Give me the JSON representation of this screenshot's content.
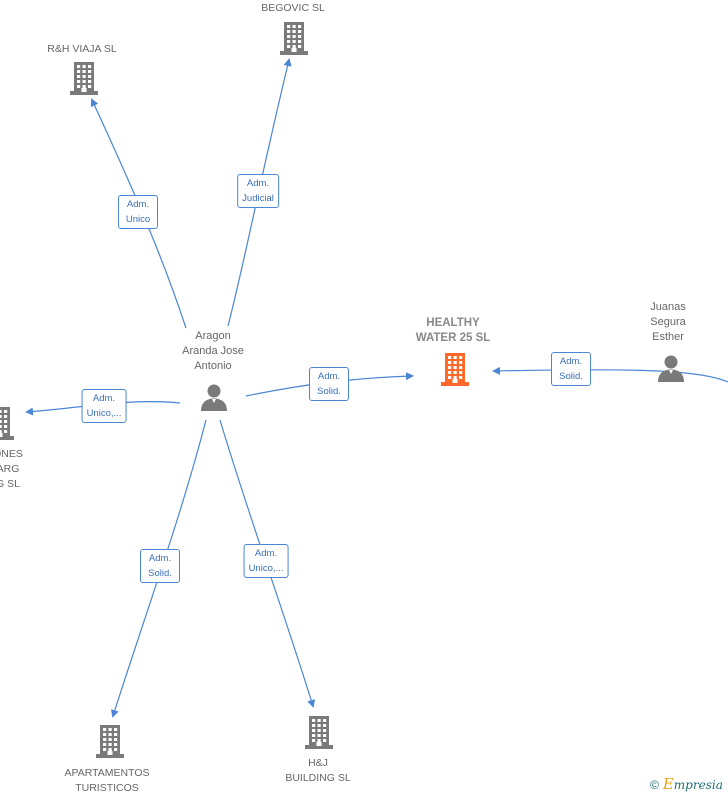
{
  "diagram": {
    "focus_node": {
      "id": "healthy",
      "label": "HEALTHY\nWATER 25  SL",
      "icon": "building-icon",
      "color": "#ff6a2b"
    },
    "nodes": [
      {
        "id": "begovic",
        "label": "BEGOVIC SL",
        "type": "company",
        "icon": "building-icon"
      },
      {
        "id": "rh",
        "label": "R&H VIAJA  SL",
        "type": "company",
        "icon": "building-icon"
      },
      {
        "id": "aragon",
        "label": "Aragon\nAranda Jose\nAntonio",
        "type": "person",
        "icon": "person-icon"
      },
      {
        "id": "juanas",
        "label": "Juanas\nSegura\nEsther",
        "type": "person",
        "icon": "person-icon"
      },
      {
        "id": "left",
        "label": "ONES\nARG\nG  SL",
        "type": "company",
        "icon": "building-icon"
      },
      {
        "id": "apart",
        "label": "APARTAMENTOS\nTURISTICOS",
        "type": "company",
        "icon": "building-icon"
      },
      {
        "id": "hj",
        "label": "H&J\nBUILDING  SL",
        "type": "company",
        "icon": "building-icon"
      }
    ],
    "edges": [
      {
        "from": "aragon",
        "to": "rh",
        "label": "Adm.\nUnico"
      },
      {
        "from": "aragon",
        "to": "begovic",
        "label": "Adm.\nJudicial"
      },
      {
        "from": "aragon",
        "to": "healthy",
        "label": "Adm.\nSolid."
      },
      {
        "from": "aragon",
        "to": "left",
        "label": "Adm.\nUnico,..."
      },
      {
        "from": "aragon",
        "to": "apart",
        "label": "Adm.\nSolid."
      },
      {
        "from": "aragon",
        "to": "hj",
        "label": "Adm.\nUnico,..."
      },
      {
        "from": "juanas",
        "to": "healthy",
        "label": "Adm.\nSolid."
      }
    ],
    "colors": {
      "edge": "#4a86d4",
      "node_icon": "#7a7a7a",
      "focus_icon": "#ff6a2b"
    }
  },
  "brand": {
    "copyright": "©",
    "initial": "E",
    "rest": "mpresia"
  }
}
